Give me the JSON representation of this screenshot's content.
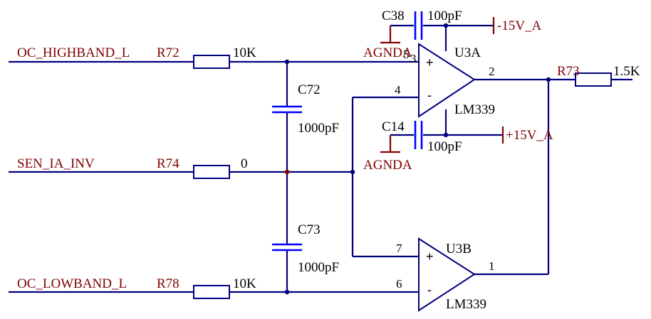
{
  "nets": {
    "oc_highband": "OC_HIGHBAND_L",
    "sen_ia_inv": "SEN_IA_INV",
    "oc_lowband": "OC_LOWBAND_L",
    "neg15": "-15V_A",
    "pos15": "+15V_A",
    "agnda_top": "AGNDA",
    "agnda_bottom": "AGNDA"
  },
  "resistors": {
    "r72": {
      "ref": "R72",
      "value": "10K"
    },
    "r74": {
      "ref": "R74",
      "value": "0"
    },
    "r78": {
      "ref": "R78",
      "value": "10K"
    },
    "r73": {
      "ref": "R73",
      "value": "1.5K"
    }
  },
  "capacitors": {
    "c72": {
      "ref": "C72",
      "value": "1000pF"
    },
    "c73": {
      "ref": "C73",
      "value": "1000pF"
    },
    "c38": {
      "ref": "C38",
      "value": "100pF"
    },
    "c14": {
      "ref": "C14",
      "value": "100pF"
    }
  },
  "opamps": {
    "u3a": {
      "ref": "U3A",
      "part": "LM339",
      "pin_plus": "5",
      "pin_minus": "4",
      "pin_out": "2",
      "pin_vcc": "3"
    },
    "u3b": {
      "ref": "U3B",
      "part": "LM339",
      "pin_plus": "7",
      "pin_minus": "6",
      "pin_out": "1"
    }
  },
  "symbols": {
    "plus": "+",
    "minus": "-"
  },
  "colors": {
    "wire": "#00007f",
    "capacitor": "#0000ff",
    "ground": "#7f0000",
    "net_label": "#7f0000"
  }
}
